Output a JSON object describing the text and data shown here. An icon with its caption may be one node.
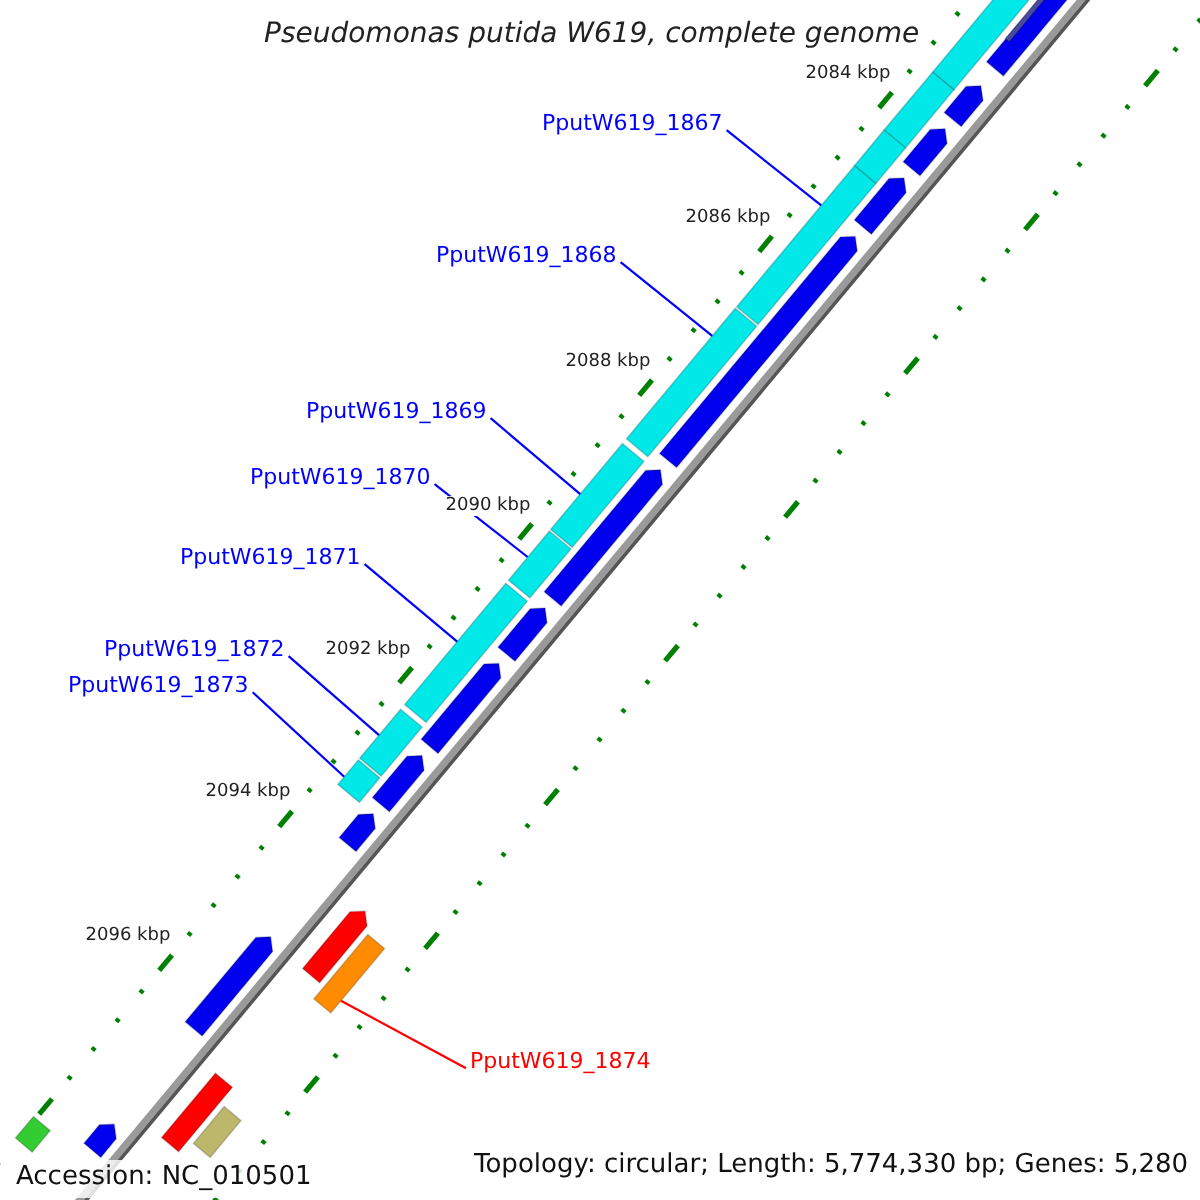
{
  "diagram": {
    "title": "Pseudomonas putida W619, complete genome",
    "nodes": [
      {
        "text": [
          "PputW619_1867"
        ]
      },
      {
        "text": [
          "PputW619_1868"
        ]
      },
      {
        "text": [
          "PputW619_1869"
        ]
      },
      {
        "text": [
          "PputW619_1870"
        ]
      },
      {
        "text": [
          "PputW619_1871"
        ]
      },
      {
        "text": [
          "PputW619_1872"
        ]
      },
      {
        "text": [
          "PputW619_1873"
        ]
      },
      {
        "text": [
          "PputW619_1874"
        ]
      },
      {
        "text": [],
        "shape": "bar"
      },
      {
        "text": [],
        "shape": "bar"
      },
      {
        "text": [],
        "shape": "bar"
      },
      {
        "text": [],
        "shape": "bar"
      },
      {
        "text": [],
        "shape": "bar"
      },
      {
        "text": [],
        "shape": "bar"
      },
      {
        "text": [],
        "shape": "bar"
      },
      {
        "text": [],
        "shape": "bar"
      },
      {
        "text": [],
        "shape": "bar"
      },
      {
        "text": [],
        "shape": "bar"
      },
      {
        "text": [],
        "shape": "bar"
      },
      {
        "text": [],
        "shape": "bar"
      },
      {
        "text": [],
        "shape": "bar"
      },
      {
        "text": [],
        "shape": "bar"
      },
      {
        "text": [],
        "shape": "bar"
      },
      {
        "text": [],
        "shape": "bar"
      },
      {
        "text": [],
        "shape": "bar"
      },
      {
        "text": [],
        "shape": "bar"
      },
      {
        "text": [],
        "shape": "bar"
      },
      {
        "text": [],
        "shape": "bar"
      },
      {
        "text": [],
        "shape": "bar"
      },
      {
        "text": [],
        "shape": "bar"
      },
      {
        "text": [],
        "shape": "bar"
      },
      {
        "text": [],
        "shape": "bar"
      },
      {
        "text": [],
        "shape": "bar"
      },
      {
        "text": [],
        "shape": "bar"
      },
      {
        "text": [],
        "shape": "bar"
      }
    ],
    "edges": [
      {
        "from": 0,
        "to": 8,
        "arrow": "none"
      },
      {
        "from": 1,
        "to": 9,
        "arrow": "none"
      },
      {
        "from": 2,
        "to": 10,
        "arrow": "none"
      },
      {
        "from": 3,
        "to": 11,
        "arrow": "none"
      },
      {
        "from": 4,
        "to": 12,
        "arrow": "none"
      },
      {
        "from": 5,
        "to": 13,
        "arrow": "none"
      },
      {
        "from": 6,
        "to": 14,
        "arrow": "none"
      },
      {
        "from": 7,
        "to": 15,
        "arrow": "none",
        "color": "#ff0000"
      }
    ],
    "labels": [
      "2084 kbp",
      "2086 kbp",
      "2088 kbp",
      "2090 kbp",
      "2092 kbp",
      "2094 kbp",
      "2096 kbp",
      "Accession: NC_010501",
      "Topology: circular; Length: 5,774,330 bp; Genes: 5,280"
    ]
  }
}
